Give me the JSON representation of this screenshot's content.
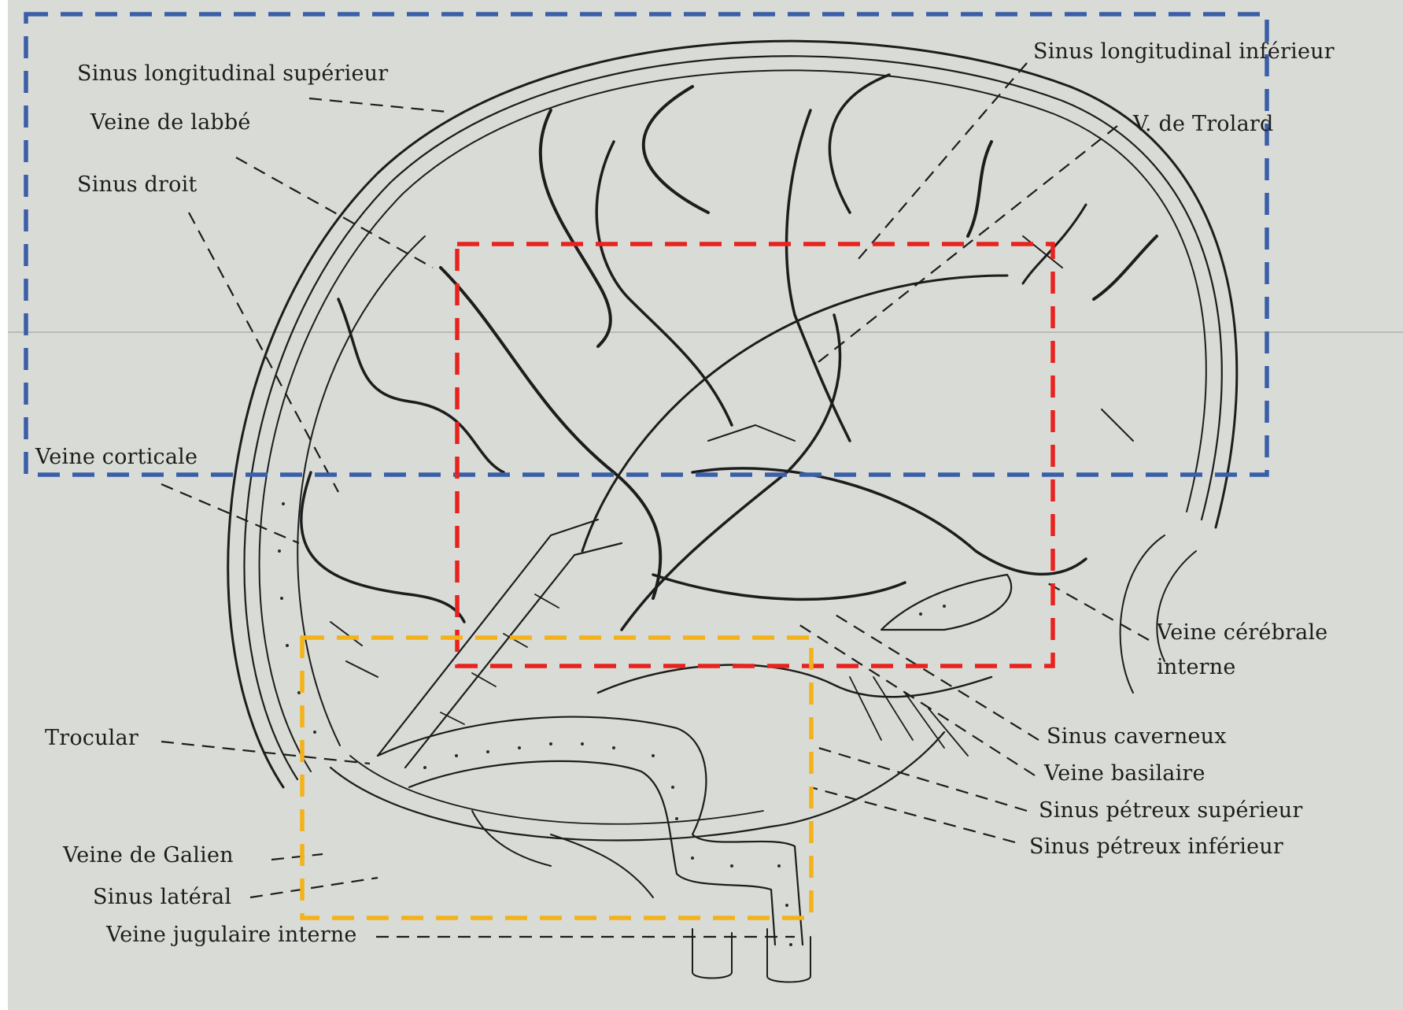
{
  "labels": {
    "sinus_long_sup": "Sinus longitudinal supérieur",
    "veine_labbe": "Veine de labbé",
    "sinus_droit": "Sinus droit",
    "veine_corticale": "Veine corticale",
    "trocular": "Trocular",
    "veine_galien": "Veine de Galien",
    "sinus_lateral": "Sinus latéral",
    "veine_jugulaire": "Veine jugulaire interne",
    "sinus_long_inf": "Sinus longitudinal inférieur",
    "v_trolard": "V. de Trolard",
    "veine_cerebrale_l1": "Veine cérébrale",
    "veine_cerebrale_l2": "interne",
    "sinus_caverneux": "Sinus caverneux",
    "veine_basilaire": "Veine basilaire",
    "sinus_petreux_sup": "Sinus pétreux supérieur",
    "sinus_petreux_inf": "Sinus pétreux inférieur"
  },
  "highlight_boxes": [
    {
      "name": "blue-box",
      "color": "#3a5ea8"
    },
    {
      "name": "red-box",
      "color": "#e8231f"
    },
    {
      "name": "yellow-box",
      "color": "#f4b21a"
    }
  ],
  "colors": {
    "paper": "#d9dcd6",
    "ink": "#1d1d1d"
  }
}
